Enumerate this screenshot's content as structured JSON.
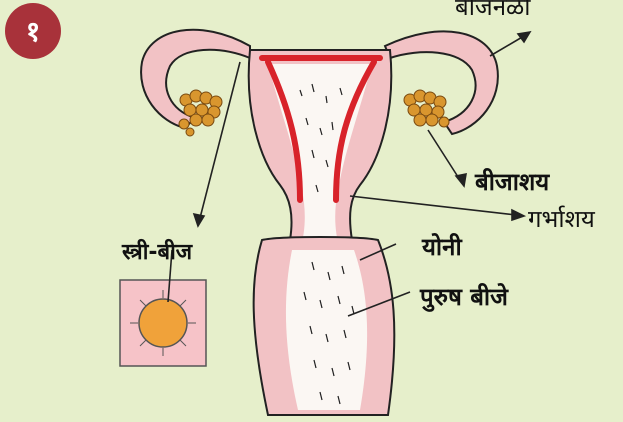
{
  "figure_number": "१",
  "labels": {
    "fallopian_tube": "बीजनळी",
    "ovary": "बीजाशय",
    "uterus": "गर्भाशय",
    "egg": "स्त्री-बीज",
    "vagina": "योनी",
    "sperm": "पुरुष बीजे"
  },
  "colors": {
    "background": "#e6efcb",
    "tissue": "#f2c2c5",
    "outline": "#222222",
    "lining_red": "#d8232a",
    "ovary_orange": "#d9962e",
    "badge": "#a8323a",
    "egg_box": "#f6c3c8",
    "egg_fill": "#f0a23a"
  }
}
